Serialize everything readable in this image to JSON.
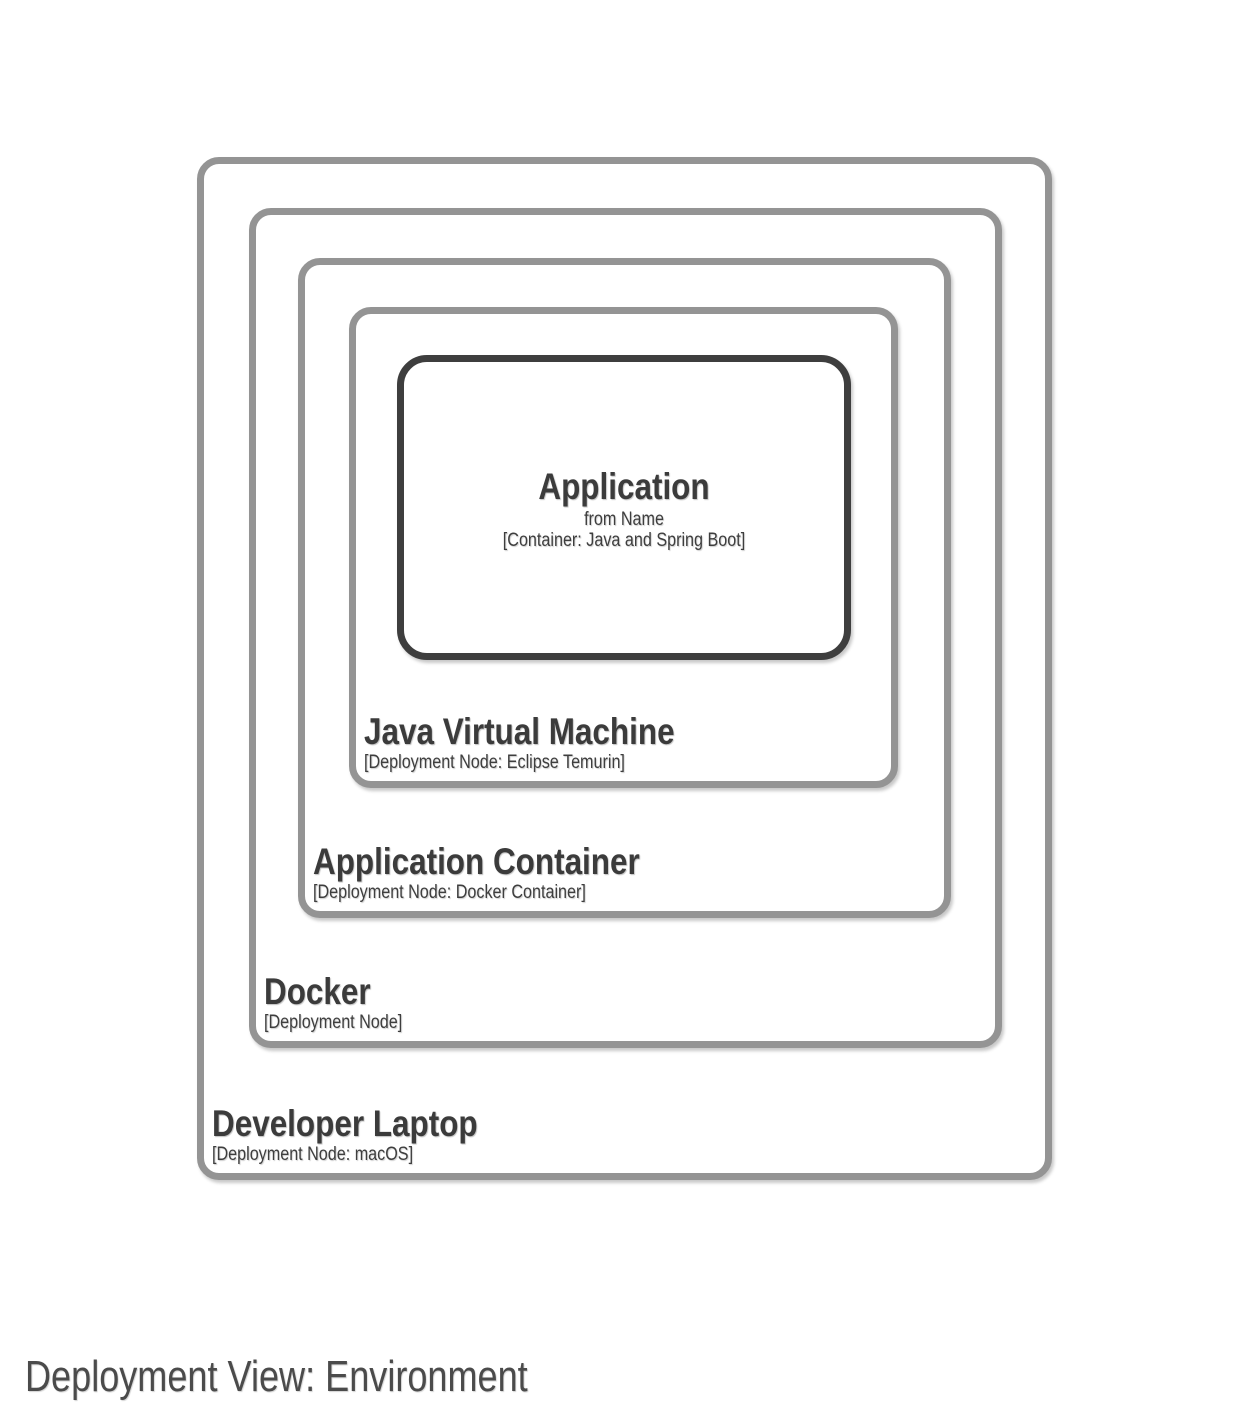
{
  "diagram": {
    "type": "deployment-diagram",
    "nodes": [
      {
        "id": "developer-laptop",
        "title": "Developer Laptop",
        "meta": "[Deployment Node: macOS]"
      },
      {
        "id": "docker",
        "title": "Docker",
        "meta": "[Deployment Node]"
      },
      {
        "id": "application-container",
        "title": "Application Container",
        "meta": "[Deployment Node: Docker Container]"
      },
      {
        "id": "java-virtual-machine",
        "title": "Java Virtual Machine",
        "meta": "[Deployment Node: Eclipse Temurin]"
      },
      {
        "id": "application",
        "title": "Application",
        "subtitle": "from Name",
        "meta": "[Container: Java and Spring Boot]"
      }
    ],
    "colors": {
      "deployment_node_border": "#949494",
      "container_border": "#3e3e3e",
      "title_text": "#3b3b3b",
      "meta_text": "#3e3e3e",
      "footer_text": "#4b4b4b",
      "background": "#ffffff"
    }
  },
  "footer": {
    "title": "Deployment View: Environment"
  }
}
